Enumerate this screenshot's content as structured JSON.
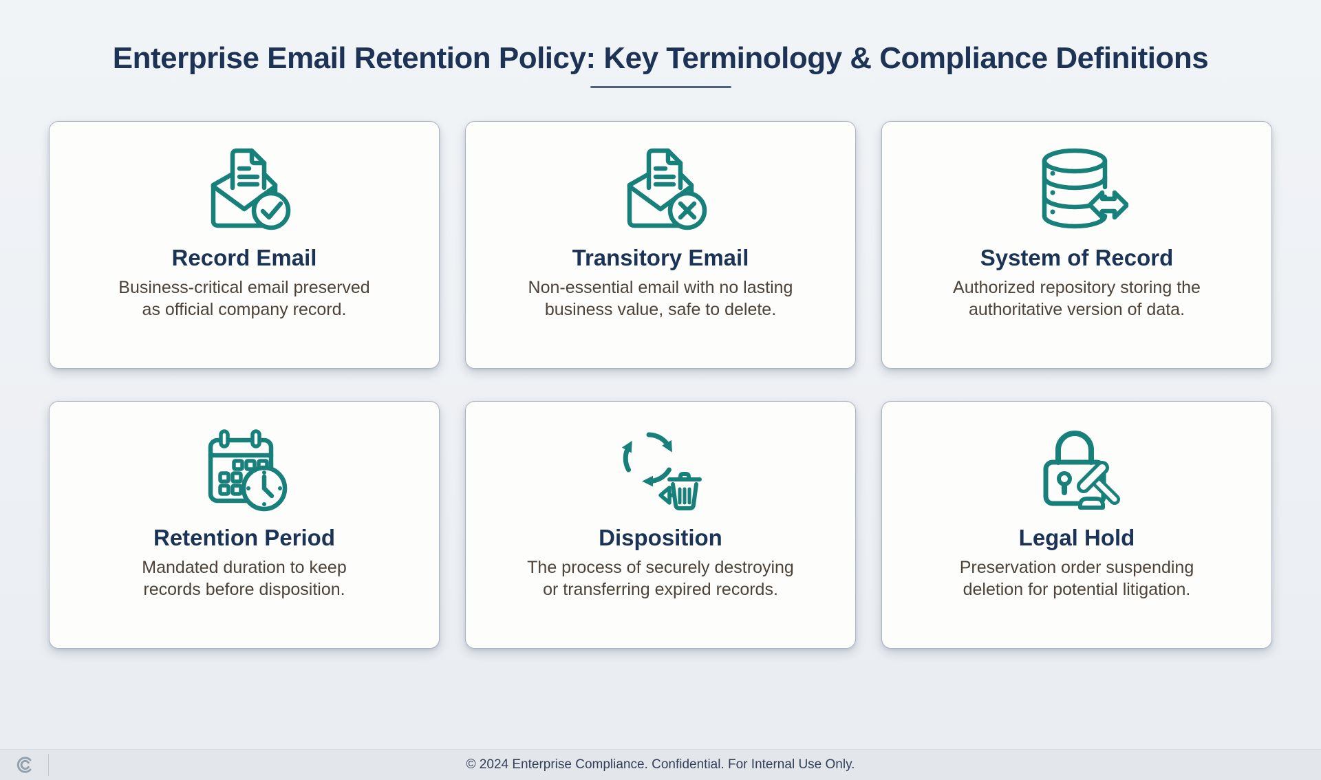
{
  "header": {
    "title": "Enterprise Email Retention Policy: Key Terminology & Compliance Definitions"
  },
  "cards": [
    {
      "title": "Record Email",
      "description": "Business-critical email preserved\nas official company record.",
      "icon": "record-email-icon"
    },
    {
      "title": "Transitory Email",
      "description": "Non-essential email with no lasting\nbusiness value, safe to delete.",
      "icon": "transitory-email-icon"
    },
    {
      "title": "System of Record",
      "description": "Authorized repository storing the\nauthoritative version of data.",
      "icon": "system-of-record-icon"
    },
    {
      "title": "Retention Period",
      "description": "Mandated duration to keep\nrecords before disposition.",
      "icon": "retention-period-icon"
    },
    {
      "title": "Disposition",
      "description": "The process of securely destroying\nor transferring expired records.",
      "icon": "disposition-icon"
    },
    {
      "title": "Legal Hold",
      "description": "Preservation order suspending\ndeletion for potential litigation.",
      "icon": "legal-hold-icon"
    }
  ],
  "footer": {
    "text": "© 2024 Enterprise Compliance. Confidential. For Internal Use Only.",
    "logo": "company-logo-icon"
  },
  "colors": {
    "accent_teal": "#17807b",
    "title_navy": "#1d3356",
    "body_text": "#4d4238",
    "card_bg": "#fdfdfb",
    "page_bg": "#eef1f5",
    "footer_bg": "#e3e7ec"
  }
}
